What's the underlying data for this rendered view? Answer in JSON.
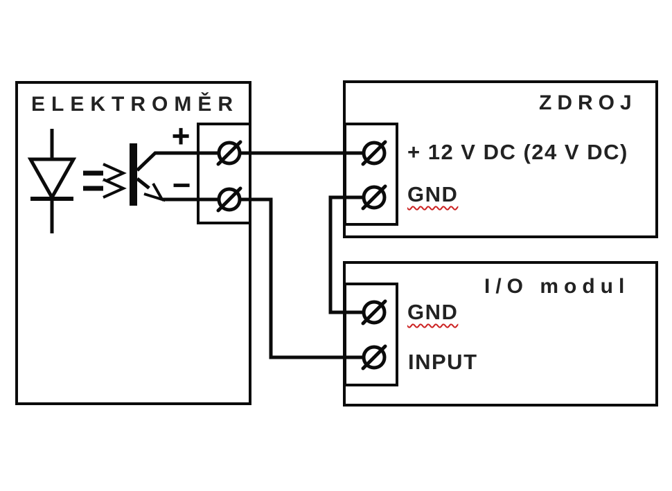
{
  "colors": {
    "line": "#0b0b0b",
    "text": "#222222",
    "squiggle": "#cc2222",
    "background": "#ffffff"
  },
  "meter": {
    "title": "ELEKTROMĚR",
    "polarity_plus": "+",
    "polarity_minus": "−",
    "icons": {
      "led": "led-diode-icon",
      "light_emission": "light-arrows-icon",
      "phototransistor": "phototransistor-icon",
      "screw_terminal": "Ø"
    }
  },
  "power_supply": {
    "title": "ZDROJ",
    "terminals": [
      {
        "label": "+ 12 V DC (24 V DC)"
      },
      {
        "label": "GND"
      }
    ]
  },
  "io_module": {
    "title": "I/O modul",
    "terminals": [
      {
        "label": "GND"
      },
      {
        "label": "INPUT"
      }
    ]
  }
}
